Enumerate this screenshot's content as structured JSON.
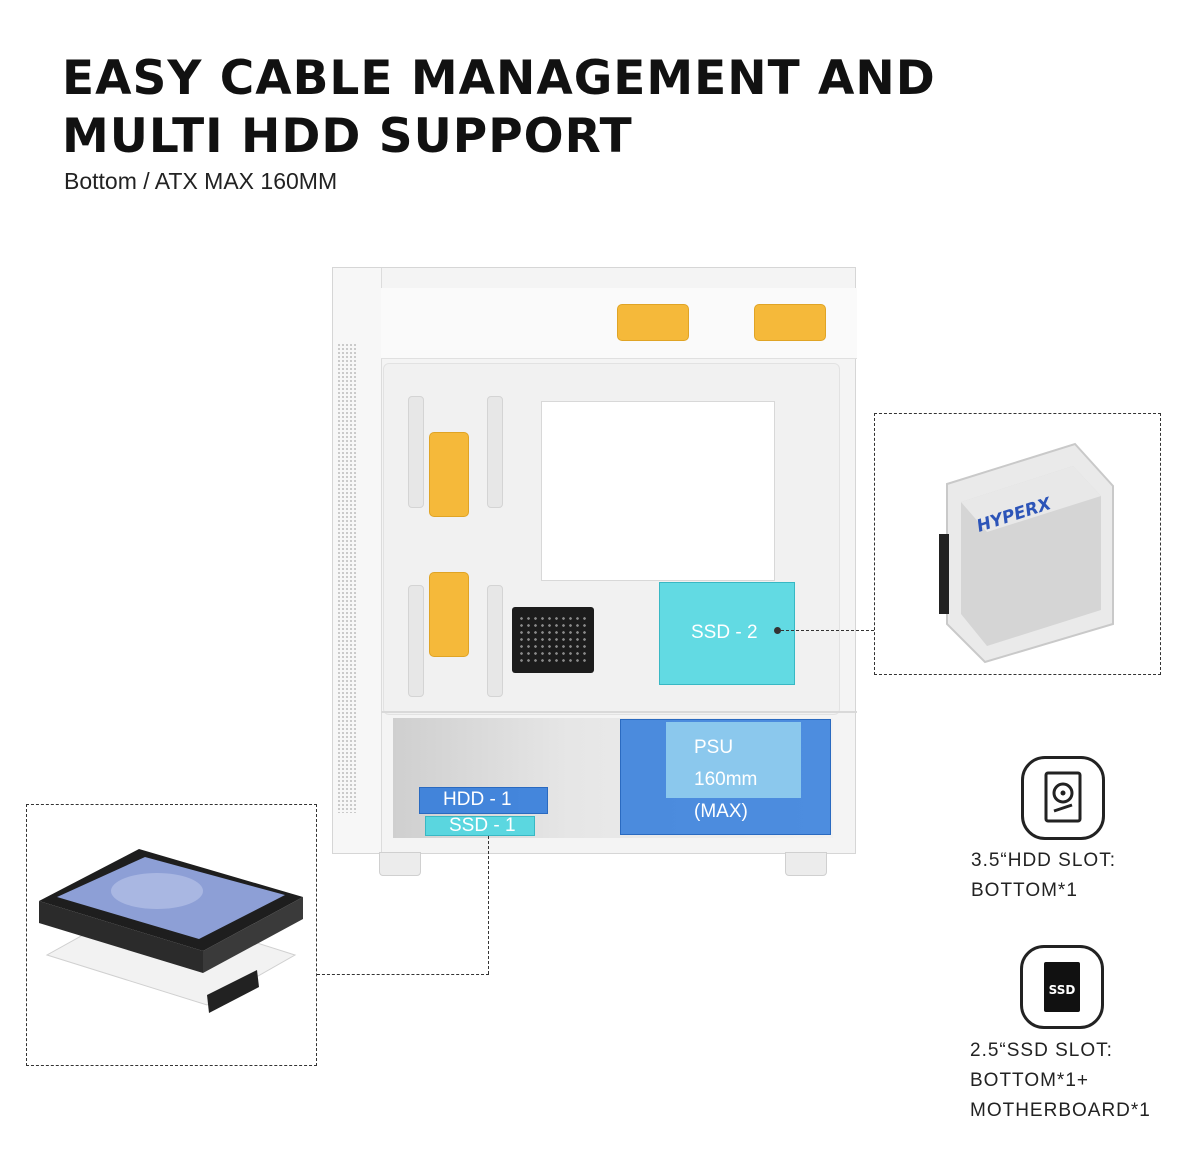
{
  "header": {
    "title_line1": "EASY CABLE MANAGEMENT AND",
    "title_line2": "MULTI HDD SUPPORT",
    "subtitle": "Bottom / ATX MAX 160MM"
  },
  "labels": {
    "ssd2": "SSD - 2",
    "psu_line1": "PSU",
    "psu_line2": "160mm",
    "psu_line3": "(MAX)",
    "hdd1": "HDD - 1",
    "ssd1": "SSD - 1"
  },
  "callouts": {
    "ssd_brand": "HYPERX"
  },
  "specs": {
    "hdd": {
      "icon": "hard-drive-icon",
      "line1": "3.5“HDD SLOT:",
      "line2": "BOTTOM*1"
    },
    "ssd": {
      "icon": "ssd-icon",
      "icon_text": "SSD",
      "line1": "2.5“SSD SLOT:",
      "line2": "BOTTOM*1+",
      "line3": "MOTHERBOARD*1"
    }
  },
  "colors": {
    "ssd_highlight": "#4dd6e0",
    "hdd_psu_highlight": "#2876da",
    "orange_pads": "#f5b93a"
  }
}
